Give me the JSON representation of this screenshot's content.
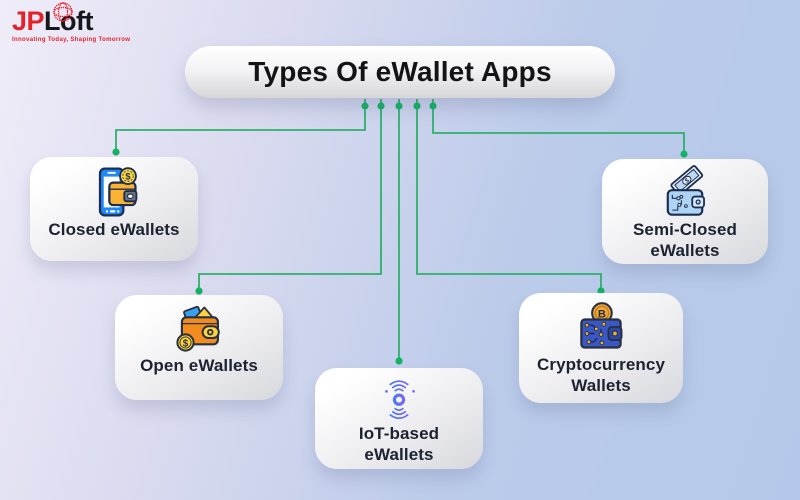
{
  "brand": {
    "name_primary": "JP",
    "name_secondary": "Loft",
    "tagline": "Innovating Today, Shaping Tomorrow",
    "color_red": "#e3222a",
    "color_dark": "#17181c"
  },
  "title": {
    "text": "Types Of eWallet Apps"
  },
  "diagram": {
    "connector_color": "#2eb06c",
    "dot_color": "#14b264",
    "nodes": [
      {
        "id": "closed-ewallets",
        "label": "Closed eWallets",
        "icon": "phone-wallet-icon"
      },
      {
        "id": "semi-closed-ewallets",
        "label": "Semi-Closed\neWallets",
        "icon": "banknote-wallet-icon"
      },
      {
        "id": "open-ewallets",
        "label": "Open eWallets",
        "icon": "open-wallet-icon"
      },
      {
        "id": "cryptocurrency-wallets",
        "label": "Cryptocurrency\nWallets",
        "icon": "crypto-wallet-icon"
      },
      {
        "id": "iot-based-ewallets",
        "label": "IoT-based\neWallets",
        "icon": "iot-signal-icon"
      }
    ]
  }
}
